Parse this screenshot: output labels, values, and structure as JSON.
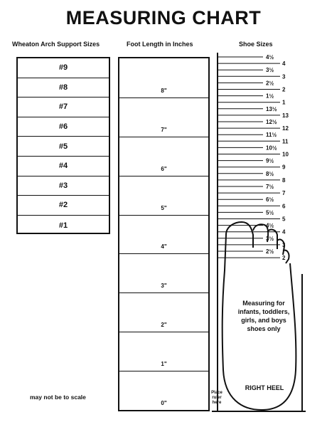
{
  "title": "MEASURING CHART",
  "columns": {
    "arch": "Wheaton Arch Support Sizes",
    "foot": "Foot Length in Inches",
    "shoe": "Shoe Sizes"
  },
  "arch_sizes": [
    "#9",
    "#8",
    "#7",
    "#6",
    "#5",
    "#4",
    "#3",
    "#2",
    "#1"
  ],
  "inches": [
    "8\"",
    "7\"",
    "6\"",
    "5\"",
    "4\"",
    "3\"",
    "2\"",
    "1\"",
    "0\""
  ],
  "shoe_sizes": [
    {
      "label": "4½",
      "side": "right"
    },
    {
      "label": "4",
      "side": "left"
    },
    {
      "label": "3½",
      "side": "right"
    },
    {
      "label": "3",
      "side": "left"
    },
    {
      "label": "2½",
      "side": "right"
    },
    {
      "label": "2",
      "side": "left"
    },
    {
      "label": "1½",
      "side": "right"
    },
    {
      "label": "1",
      "side": "left"
    },
    {
      "label": "13½",
      "side": "right"
    },
    {
      "label": "13",
      "side": "left"
    },
    {
      "label": "12½",
      "side": "right"
    },
    {
      "label": "12",
      "side": "left"
    },
    {
      "label": "11½",
      "side": "right"
    },
    {
      "label": "11",
      "side": "left"
    },
    {
      "label": "10½",
      "side": "right"
    },
    {
      "label": "10",
      "side": "left"
    },
    {
      "label": "9½",
      "side": "right"
    },
    {
      "label": "9",
      "side": "left"
    },
    {
      "label": "8½",
      "side": "right"
    },
    {
      "label": "8",
      "side": "left"
    },
    {
      "label": "7½",
      "side": "right"
    },
    {
      "label": "7",
      "side": "left"
    },
    {
      "label": "6½",
      "side": "right"
    },
    {
      "label": "6",
      "side": "left"
    },
    {
      "label": "5½",
      "side": "right"
    },
    {
      "label": "5",
      "side": "left"
    },
    {
      "label": "4½",
      "side": "right"
    },
    {
      "label": "4",
      "side": "left"
    },
    {
      "label": "3½",
      "side": "right"
    },
    {
      "label": "3",
      "side": "left"
    },
    {
      "label": "2½",
      "side": "right"
    },
    {
      "label": "2",
      "side": "left"
    }
  ],
  "measure_note": "Measuring for infants, toddlers, girls, and boys shoes only",
  "heel_label": "RIGHT HEEL",
  "place_label": "Place ruler here",
  "scale_note": "may not be to scale"
}
